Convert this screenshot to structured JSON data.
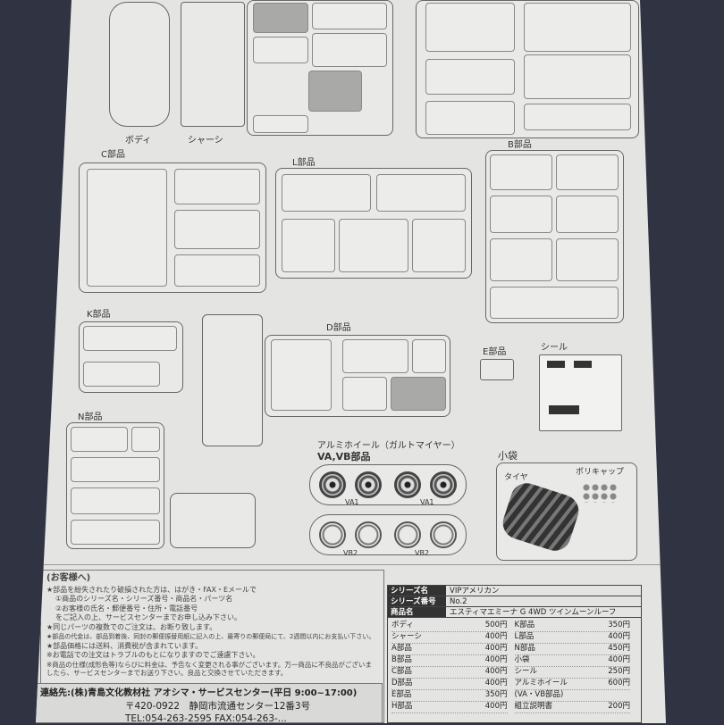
{
  "labels": {
    "body": "ボディ",
    "chassis": "シャーシ",
    "c": "C部品",
    "l": "L部品",
    "b": "B部品",
    "k": "K部品",
    "d": "D部品",
    "e": "E部品",
    "seal": "シール",
    "n": "N部品",
    "alu": "アルミホイール（ガルトマイヤー）",
    "vavb": "VA,VB部品",
    "kobukuro": "小袋",
    "tire": "タイヤ",
    "polycap": "ポリキャップ",
    "va1a": "VA1",
    "va1b": "VA1",
    "vb2a": "VB2",
    "vb2b": "VB2"
  },
  "notes": {
    "heading": "(お客様へ)",
    "lines": [
      "★部品を紛失されたり破損された方は、はがき・FAX・Eメールで",
      "①商品のシリーズ名・シリーズ番号・商品名・パーツ名",
      "②お客様の氏名・郵便番号・住所・電話番号",
      "をご記入の上、サービスセンターまでお申し込み下さい。",
      "★同じパーツの複数でのご注文は、お断り致します。",
      "★部品の代金は、部品到着後、同封の郵便振替用紙に記入の上、最寄りの郵便局にて、2週間以内にお支払い下さい。",
      "★部品価格には送料、消費税が含まれています。",
      "※お電話での注文はトラブルのもとになりますのでご遠慮下さい。",
      "※商品の仕様(成形色等)ならびに料金は、予告なく変更される事がございます。万一商品に不良品がございましたら、サービスセンターまでお送り下さい。良品と交換させていただきます。"
    ]
  },
  "contact": {
    "line1": "連絡先:(株)青島文化教材社 アオシマ・サービスセンター(平日 9:00~17:00)",
    "line2": "〒420-0922　静岡市流通センター12番3号",
    "line3": "TEL:054-263-2595 FAX:054-263-..."
  },
  "table": {
    "series_name_label": "シリーズ名",
    "series_name": "VIPアメリカン",
    "series_no_label": "シリーズ番号",
    "series_no": "No.2",
    "product_label": "商品名",
    "product": "エスティマエミーナ G 4WD ツインムーンルーフ",
    "left": [
      {
        "part": "ボディ",
        "price": "500円"
      },
      {
        "part": "シャーシ",
        "price": "400円"
      },
      {
        "part": "A部品",
        "price": "400円"
      },
      {
        "part": "B部品",
        "price": "400円"
      },
      {
        "part": "C部品",
        "price": "400円"
      },
      {
        "part": "D部品",
        "price": "400円"
      },
      {
        "part": "E部品",
        "price": "350円"
      },
      {
        "part": "H部品",
        "price": "400円"
      }
    ],
    "right": [
      {
        "part": "K部品",
        "price": "350円"
      },
      {
        "part": "L部品",
        "price": "400円"
      },
      {
        "part": "N部品",
        "price": "450円"
      },
      {
        "part": "小袋",
        "price": "400円"
      },
      {
        "part": "シール",
        "price": "250円"
      },
      {
        "part": "アルミホイール",
        "price": "600円"
      },
      {
        "part": "(VA・VB部品)",
        "price": ""
      },
      {
        "part": "組立説明書",
        "price": "200円"
      }
    ]
  }
}
